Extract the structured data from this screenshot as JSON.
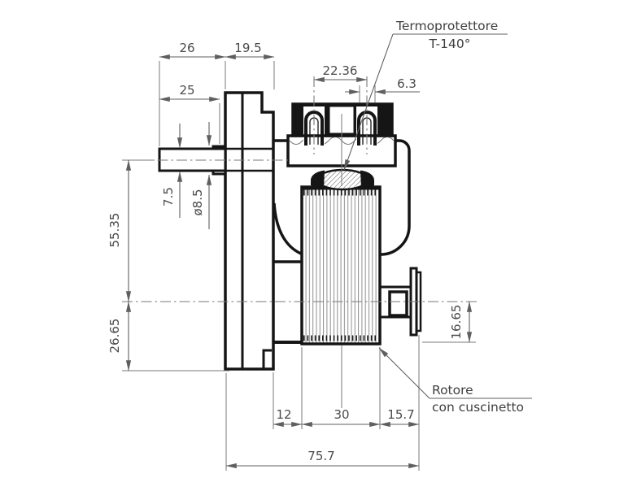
{
  "page": {
    "background": "#ffffff",
    "line_color": "#151515",
    "dim_color": "#5f5f5f"
  },
  "labels": {
    "thermal_protector_line1": "Termoprotettore",
    "thermal_protector_line2": "T-140°",
    "rotor_line1": "Rotore",
    "rotor_line2": "con cuscinetto"
  },
  "dims": {
    "shaft_length": "26",
    "gearbox_depth": "19.5",
    "shaft_usable": "25",
    "terminal_spacing": "22.36",
    "terminal_width": "6.3",
    "shaft_flat": "7.5",
    "shaft_diameter": "ø8.5",
    "center_height": "55.35",
    "center_to_base": "26.65",
    "center_to_rotor_bottom": "16.65",
    "bracket_depth": "12",
    "rotor_width": "30",
    "rear_shaft_depth": "15.7",
    "total_depth": "75.7"
  }
}
